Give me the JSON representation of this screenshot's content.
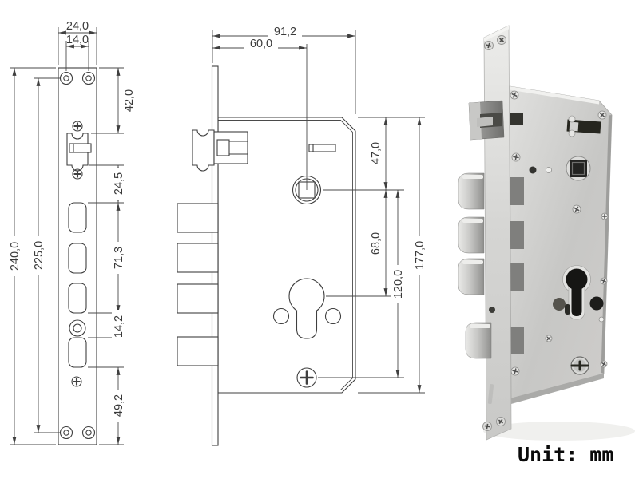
{
  "drawing": {
    "front_view": {
      "dim_plate_width": "24,0",
      "dim_screw_spacing": "14,0",
      "dim_plate_height": "240,0",
      "dim_screw_span": "225,0",
      "dim_top_to_latch": "42,0",
      "dim_latch_to_slot": "24,5",
      "dim_slot_span": "71,3",
      "dim_slot_gap": "14,2",
      "dim_bottom_offset": "49,2"
    },
    "side_view": {
      "dim_overall_depth": "91,2",
      "dim_backset": "60,0",
      "dim_top_to_follower": "47,0",
      "dim_follower_to_cylinder": "68,0",
      "dim_follower_to_screw": "120,0",
      "dim_body_height": "177,0"
    }
  },
  "footer": {
    "unit_label": "Unit: mm"
  },
  "colors": {
    "line": "#3f3f3f",
    "metal_light": "#ebebe9",
    "metal_mid": "#c6c6c4",
    "metal_dark": "#8e8e8c",
    "slot_dark": "#232321",
    "text": "#0a0a0a"
  }
}
